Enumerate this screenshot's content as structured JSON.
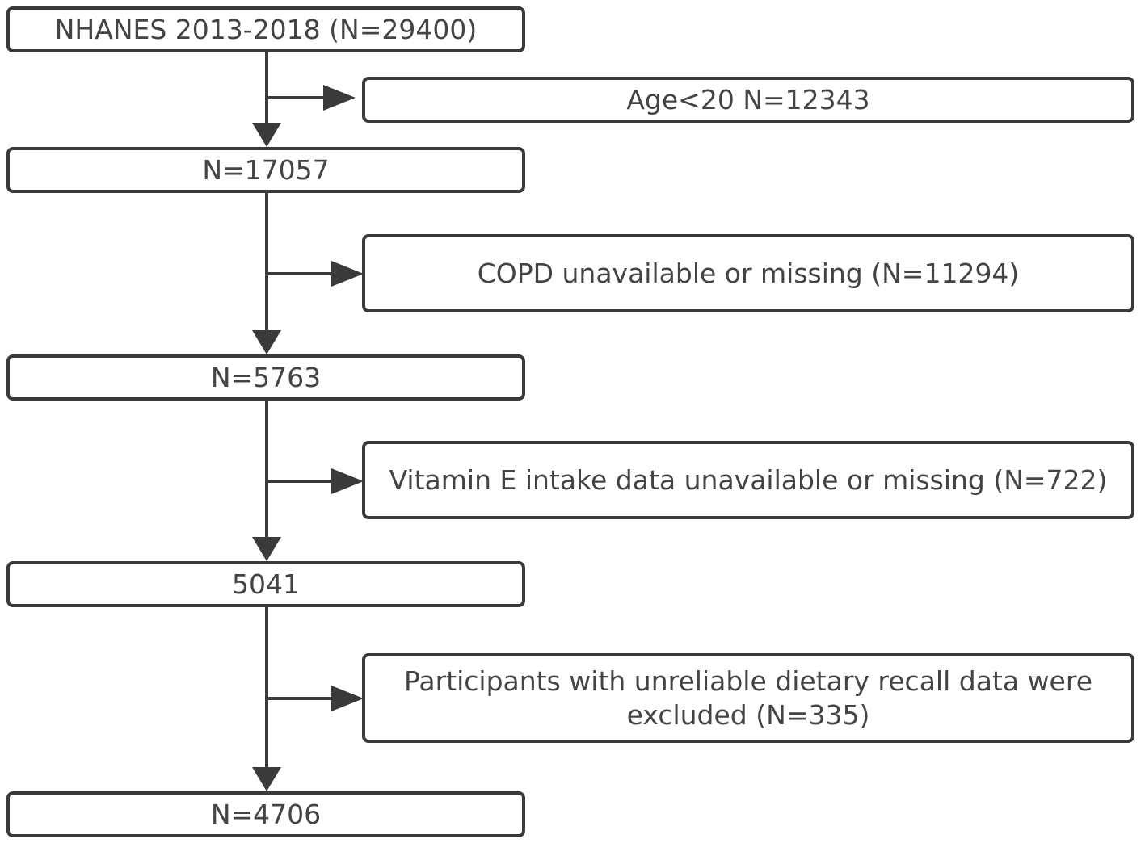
{
  "flow": {
    "main_steps": [
      {
        "label": "NHANES 2013-2018 (N=29400)"
      },
      {
        "label": "N=17057"
      },
      {
        "label": "N=5763"
      },
      {
        "label": "5041"
      },
      {
        "label": "N=4706"
      }
    ],
    "exclusions": [
      {
        "label": "Age<20 N=12343"
      },
      {
        "label": "COPD unavailable or missing (N=11294)"
      },
      {
        "label": "Vitamin E intake data unavailable or missing (N=722)"
      },
      {
        "label": "Participants with unreliable dietary recall data were excluded (N=335)"
      }
    ]
  },
  "colors": {
    "border": "#3a3a3a",
    "arrow": "#3a3a3a",
    "text": "#444444",
    "background": "#ffffff"
  }
}
